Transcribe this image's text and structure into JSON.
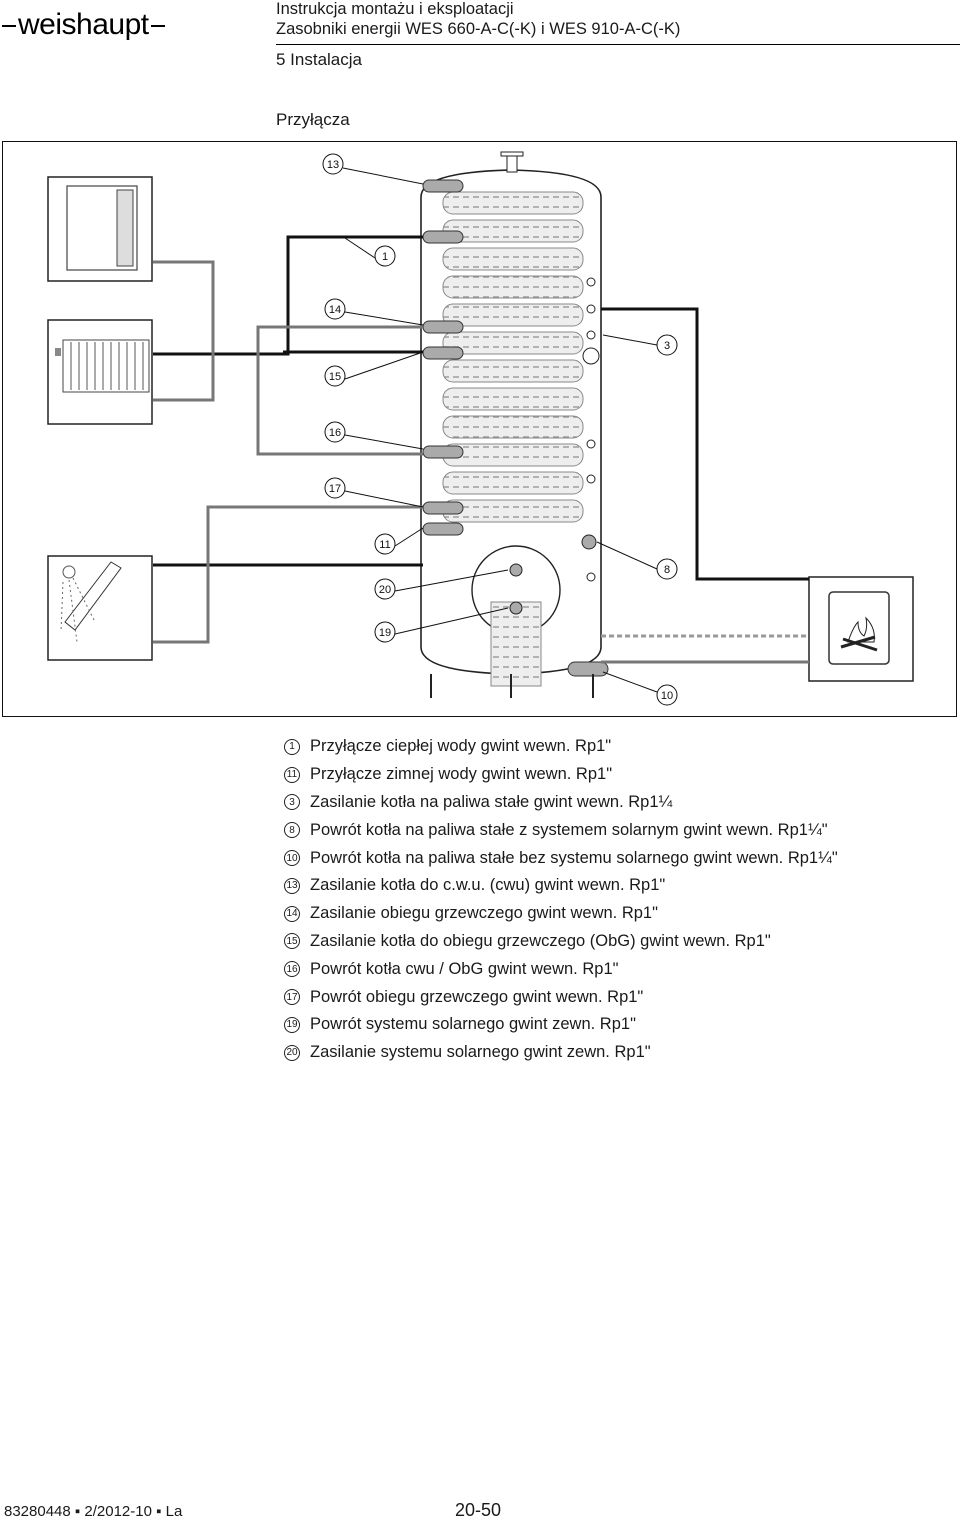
{
  "header": {
    "logo": "weishaupt",
    "doc_title": "Instrukcja montażu i eksploatacji",
    "product": "Zasobniki energii WES 660-A-C(-K) i WES 910-A-C(-K)",
    "section": "5 Instalacja"
  },
  "subtitle": "Przyłącza",
  "figure": {
    "callouts": [
      "13",
      "1",
      "14",
      "3",
      "15",
      "16",
      "17",
      "11",
      "8",
      "20",
      "19",
      "10"
    ]
  },
  "legend": [
    {
      "num": "1",
      "text": "Przyłącze ciepłej wody gwint wewn. Rp1\""
    },
    {
      "num": "11",
      "text": "Przyłącze zimnej wody gwint wewn. Rp1\""
    },
    {
      "num": "3",
      "text": "Zasilanie kotła na paliwa stałe gwint wewn. Rp1¼"
    },
    {
      "num": "8",
      "text": "Powrót kotła na paliwa stałe z systemem solarnym gwint wewn. Rp1¼\""
    },
    {
      "num": "10",
      "text": "Powrót kotła na paliwa stałe bez systemu solarnego gwint wewn. Rp1¼\""
    },
    {
      "num": "13",
      "text": "Zasilanie kotła do c.w.u. (cwu) gwint wewn. Rp1\""
    },
    {
      "num": "14",
      "text": "Zasilanie obiegu grzewczego gwint wewn. Rp1\""
    },
    {
      "num": "15",
      "text": "Zasilanie kotła do obiegu grzewczego (ObG) gwint wewn. Rp1\""
    },
    {
      "num": "16",
      "text": "Powrót kotła cwu / ObG gwint wewn. Rp1\""
    },
    {
      "num": "17",
      "text": "Powrót obiegu grzewczego gwint wewn. Rp1\""
    },
    {
      "num": "19",
      "text": "Powrót systemu solarnego gwint zewn. Rp1\""
    },
    {
      "num": "20",
      "text": "Zasilanie systemu solarnego gwint zewn. Rp1\""
    }
  ],
  "footer": {
    "doc_code": "83280448 ▪ 2/2012-10 ▪ La",
    "page": "20-50"
  }
}
